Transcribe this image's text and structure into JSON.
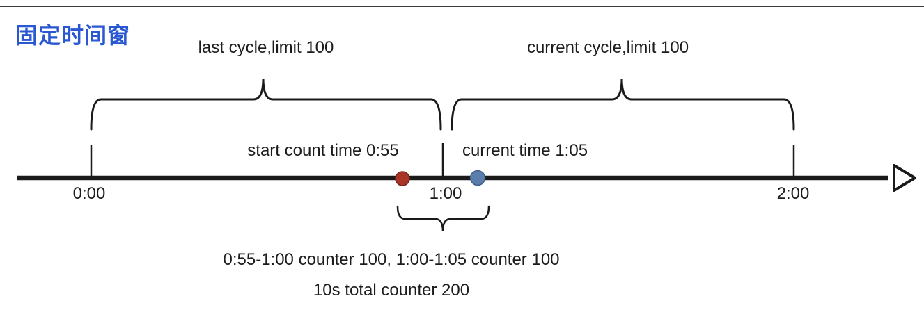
{
  "title": "固定时间窗",
  "colors": {
    "title_blue": "#2a57d2",
    "line_black": "#1a1a1a",
    "start_dot_red": "#a93528",
    "start_dot_red_edge": "#7b241c",
    "current_dot_blue": "#5b7dab",
    "current_dot_blue_edge": "#41608d"
  },
  "braces": {
    "last_cycle_label": "last cycle,limit 100",
    "current_cycle_label": "current cycle,limit 100"
  },
  "timeline": {
    "tick_labels": [
      "0:00",
      "1:00",
      "2:00"
    ],
    "start_count_label": "start count time 0:55",
    "current_time_label": "current time 1:05"
  },
  "footnotes": {
    "counters_line": "0:55-1:00 counter 100, 1:00-1:05 counter 100",
    "total_line": "10s total counter 200"
  }
}
